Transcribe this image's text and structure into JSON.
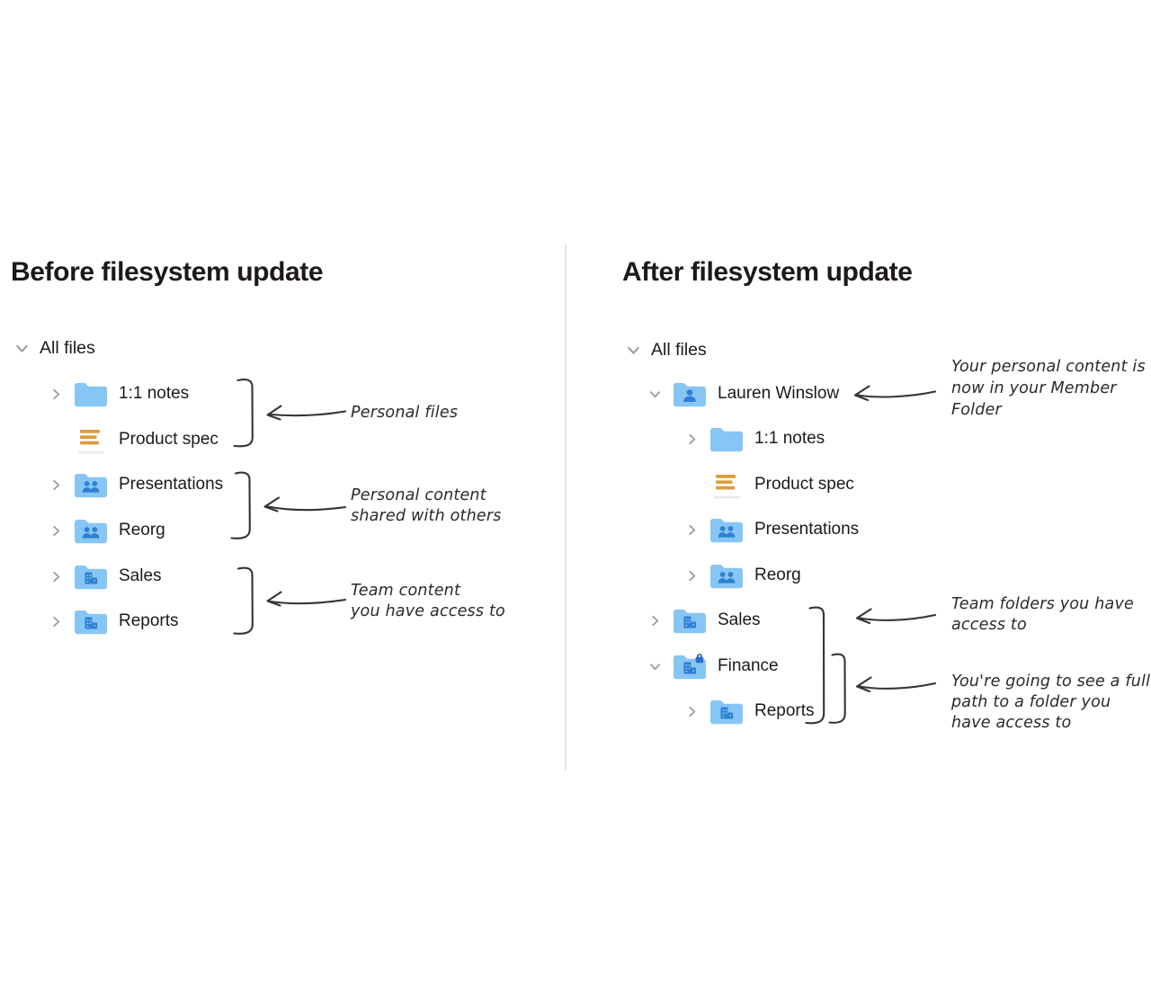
{
  "left_panel": {
    "title": "Before filesystem update",
    "tree": {
      "root_label": "All files",
      "items": [
        {
          "label": "1:1 notes",
          "icon": "folder",
          "chevron": "right"
        },
        {
          "label": "Product spec",
          "icon": "paper-doc",
          "chevron": "none"
        },
        {
          "label": "Presentations",
          "icon": "shared-folder",
          "chevron": "right"
        },
        {
          "label": "Reorg",
          "icon": "shared-folder",
          "chevron": "right"
        },
        {
          "label": "Sales",
          "icon": "team-folder",
          "chevron": "right"
        },
        {
          "label": "Reports",
          "icon": "team-folder",
          "chevron": "right"
        }
      ]
    },
    "annotations": [
      {
        "lines": [
          "Personal files"
        ]
      },
      {
        "lines": [
          "Personal content",
          "shared with others"
        ]
      },
      {
        "lines": [
          "Team content",
          "you have access to"
        ]
      }
    ]
  },
  "right_panel": {
    "title": "After filesystem update",
    "tree": {
      "root_label": "All files",
      "items": [
        {
          "label": "Lauren Winslow",
          "icon": "member-folder",
          "chevron": "down"
        },
        {
          "label": "1:1 notes",
          "icon": "folder",
          "chevron": "right"
        },
        {
          "label": "Product spec",
          "icon": "paper-doc",
          "chevron": "none"
        },
        {
          "label": "Presentations",
          "icon": "shared-folder",
          "chevron": "right"
        },
        {
          "label": "Reorg",
          "icon": "shared-folder",
          "chevron": "right"
        },
        {
          "label": "Sales",
          "icon": "team-folder",
          "chevron": "right"
        },
        {
          "label": "Finance",
          "icon": "team-folder-locked",
          "chevron": "down"
        },
        {
          "label": "Reports",
          "icon": "team-folder",
          "chevron": "right"
        }
      ]
    },
    "annotations": [
      {
        "lines": [
          "Your personal content is",
          "now in your Member",
          "Folder"
        ]
      },
      {
        "lines": [
          "Team folders you have",
          "access to"
        ]
      },
      {
        "lines": [
          "You're going to see a full",
          "path to a folder you",
          "have access to"
        ]
      }
    ]
  },
  "colors": {
    "folder_fill": "#87c6f4",
    "folder_glyph": "#2f7fd3",
    "lock": "#2b6fc9",
    "paper_lines": "#df9c38",
    "paper_underline": "#e9e9e7",
    "chevron": "#9b9b9b",
    "text": "#1e1919",
    "ink": "#343434",
    "divider": "#e4e4e1"
  }
}
